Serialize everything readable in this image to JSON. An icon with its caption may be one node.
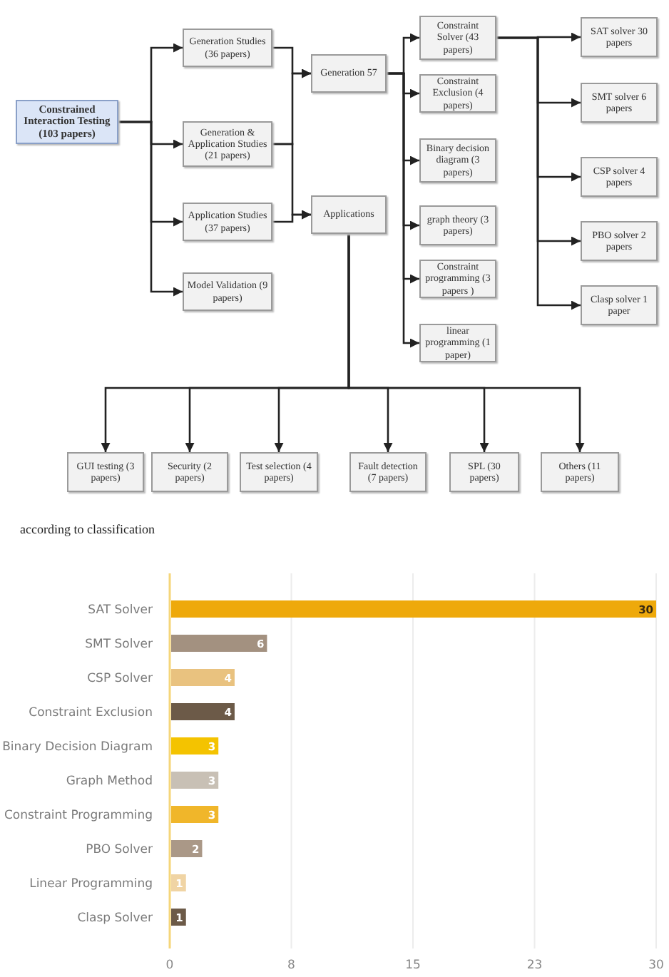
{
  "diagram": {
    "nodes": [
      {
        "text": [
          "Constrained Interaction Testing (103 papers)"
        ]
      },
      {
        "text": [
          "Generation Studies (36 papers)"
        ]
      },
      {
        "text": [
          "Generation & Application Studies (21 papers)"
        ]
      },
      {
        "text": [
          "Application Studies (37 papers)"
        ]
      },
      {
        "text": [
          "Model Validation (9 papers)"
        ]
      },
      {
        "text": [
          "Generation 57"
        ]
      },
      {
        "text": [
          "Applications"
        ]
      },
      {
        "text": [
          "Constraint Solver (43 papers)"
        ]
      },
      {
        "text": [
          "Constraint Exclusion (4 papers)"
        ]
      },
      {
        "text": [
          "Binary decision diagram  (3 papers)"
        ]
      },
      {
        "text": [
          "graph theory (3 papers)"
        ]
      },
      {
        "text": [
          "Constraint programming (3 papers )"
        ]
      },
      {
        "text": [
          "linear programming (1 paper)"
        ]
      },
      {
        "text": [
          "SAT solver 30 papers"
        ]
      },
      {
        "text": [
          "SMT solver 6 papers"
        ]
      },
      {
        "text": [
          "CSP solver 4 papers"
        ]
      },
      {
        "text": [
          "PBO solver 2 papers"
        ]
      },
      {
        "text": [
          "Clasp solver 1 paper"
        ]
      },
      {
        "text": [
          "GUI testing (3 papers)"
        ]
      },
      {
        "text": [
          "Security (2 papers)"
        ]
      },
      {
        "text": [
          "Test selection (4 papers)"
        ]
      },
      {
        "text": [
          "Fault detection (7 papers)"
        ]
      },
      {
        "text": [
          "SPL (30 papers)"
        ]
      },
      {
        "text": [
          "Others (11 papers)"
        ]
      }
    ],
    "edges": [
      {
        "from": 0,
        "to": 1,
        "arrow": "to"
      },
      {
        "from": 0,
        "to": 2,
        "arrow": "to"
      },
      {
        "from": 0,
        "to": 3,
        "arrow": "to"
      },
      {
        "from": 0,
        "to": 4,
        "arrow": "to"
      },
      {
        "from": 1,
        "to": 5,
        "arrow": "to"
      },
      {
        "from": 2,
        "to": 5,
        "arrow": "to"
      },
      {
        "from": 2,
        "to": 6,
        "arrow": "to"
      },
      {
        "from": 3,
        "to": 6,
        "arrow": "to"
      },
      {
        "from": 5,
        "to": 7,
        "arrow": "to"
      },
      {
        "from": 5,
        "to": 8,
        "arrow": "to"
      },
      {
        "from": 5,
        "to": 9,
        "arrow": "to"
      },
      {
        "from": 5,
        "to": 10,
        "arrow": "to"
      },
      {
        "from": 5,
        "to": 11,
        "arrow": "to"
      },
      {
        "from": 5,
        "to": 12,
        "arrow": "to"
      },
      {
        "from": 7,
        "to": 13,
        "arrow": "to"
      },
      {
        "from": 7,
        "to": 14,
        "arrow": "to"
      },
      {
        "from": 7,
        "to": 15,
        "arrow": "to"
      },
      {
        "from": 7,
        "to": 16,
        "arrow": "to"
      },
      {
        "from": 7,
        "to": 17,
        "arrow": "to"
      },
      {
        "from": 6,
        "to": 18,
        "arrow": "to"
      },
      {
        "from": 6,
        "to": 19,
        "arrow": "to"
      },
      {
        "from": 6,
        "to": 20,
        "arrow": "to"
      },
      {
        "from": 6,
        "to": 21,
        "arrow": "to"
      },
      {
        "from": 6,
        "to": 22,
        "arrow": "to"
      },
      {
        "from": 6,
        "to": 23,
        "arrow": "to"
      }
    ],
    "labels": [
      "according to classification"
    ],
    "chart_data": {
      "type": "bar",
      "orientation": "horizontal",
      "data_labels": true,
      "categories": [
        "SAT Solver",
        "SMT Solver",
        "CSP Solver",
        "Constraint Exclusion",
        "Binary Decision Diagram",
        "Graph Method",
        "Constraint Programming",
        "PBO Solver",
        "Linear Programming",
        "Clasp Solver"
      ],
      "series": [
        {
          "color": [
            "#eea90b",
            "#a39180",
            "#e9c27f",
            "#6c5a48",
            "#f4c300",
            "#c8c0b5",
            "#f0b62a",
            "#aa9887",
            "#f0d4a4",
            "#6c5a48"
          ],
          "values": [
            30,
            6,
            4,
            4,
            3,
            3,
            3,
            2,
            1,
            1
          ]
        }
      ],
      "xlim": [
        0,
        30
      ],
      "grid": true,
      "xticks": [
        0,
        {
          "value": 7.5,
          "label": "8"
        },
        15,
        {
          "value": 22.5,
          "label": "23"
        },
        30
      ]
    }
  }
}
